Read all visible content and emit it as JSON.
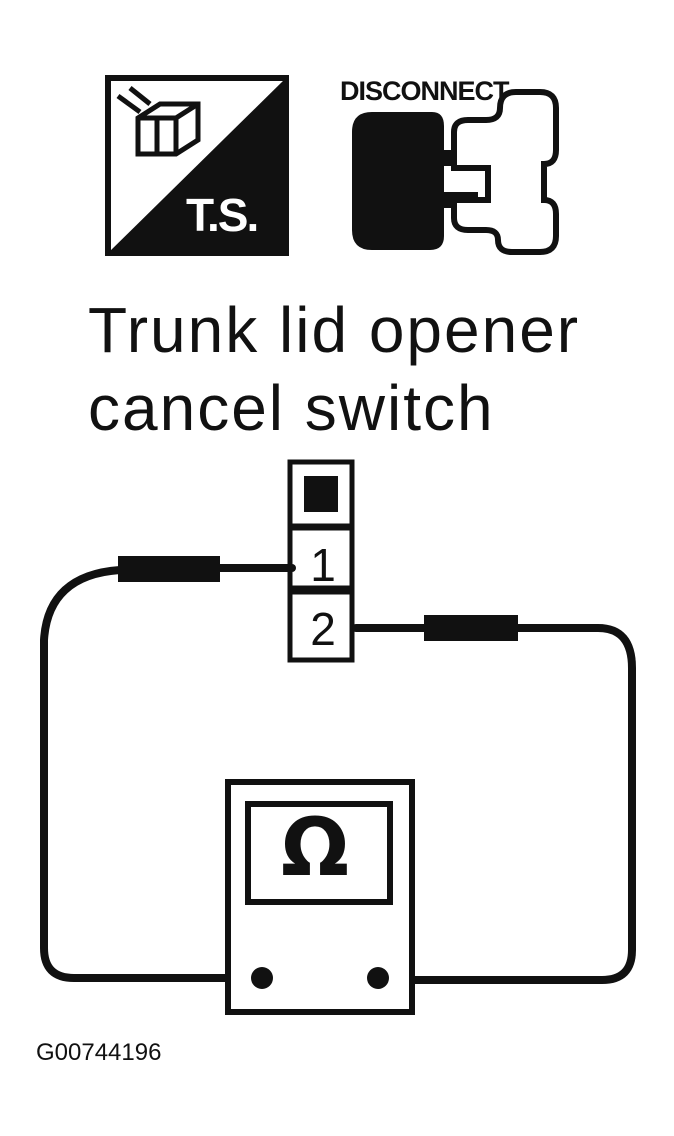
{
  "symbols": {
    "troubleshoot_label": "T.S.",
    "disconnect_label": "DISCONNECT"
  },
  "title": {
    "line1": "Trunk lid opener",
    "line2": "cancel switch"
  },
  "connector": {
    "pins": [
      "1",
      "2"
    ]
  },
  "meter": {
    "symbol": "Ω"
  },
  "figure_id": "G00744196"
}
